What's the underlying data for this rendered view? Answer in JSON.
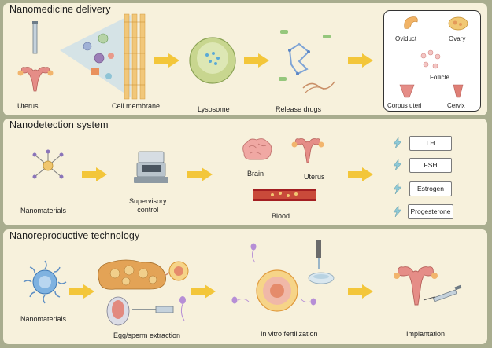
{
  "panels": [
    {
      "title": "Nanomedicine delivery",
      "labels": [
        "Uterus",
        "Cell membrane",
        "Lysosome",
        "Release  drugs"
      ],
      "targets": [
        "Oviduct",
        "Ovary",
        "Follicle",
        "Corpus uteri",
        "Cervix"
      ]
    },
    {
      "title": "Nanodetection system",
      "labels": [
        "Nanomaterials",
        "Supervisory\ncontrol",
        "Brain",
        "Uterus",
        "Blood"
      ],
      "hormones": [
        "LH",
        "FSH",
        "Estrogen",
        "Progesterone"
      ]
    },
    {
      "title": "Nanoreproductive technology",
      "labels": [
        "Nanomaterials",
        "Egg/sperm extraction",
        "In vitro fertilization",
        "Implantation"
      ]
    }
  ],
  "colors": {
    "background": "#a9ad8f",
    "panel": "#f7f1dc",
    "arrow": "#f3c63a",
    "uterus": "#e58d87"
  }
}
